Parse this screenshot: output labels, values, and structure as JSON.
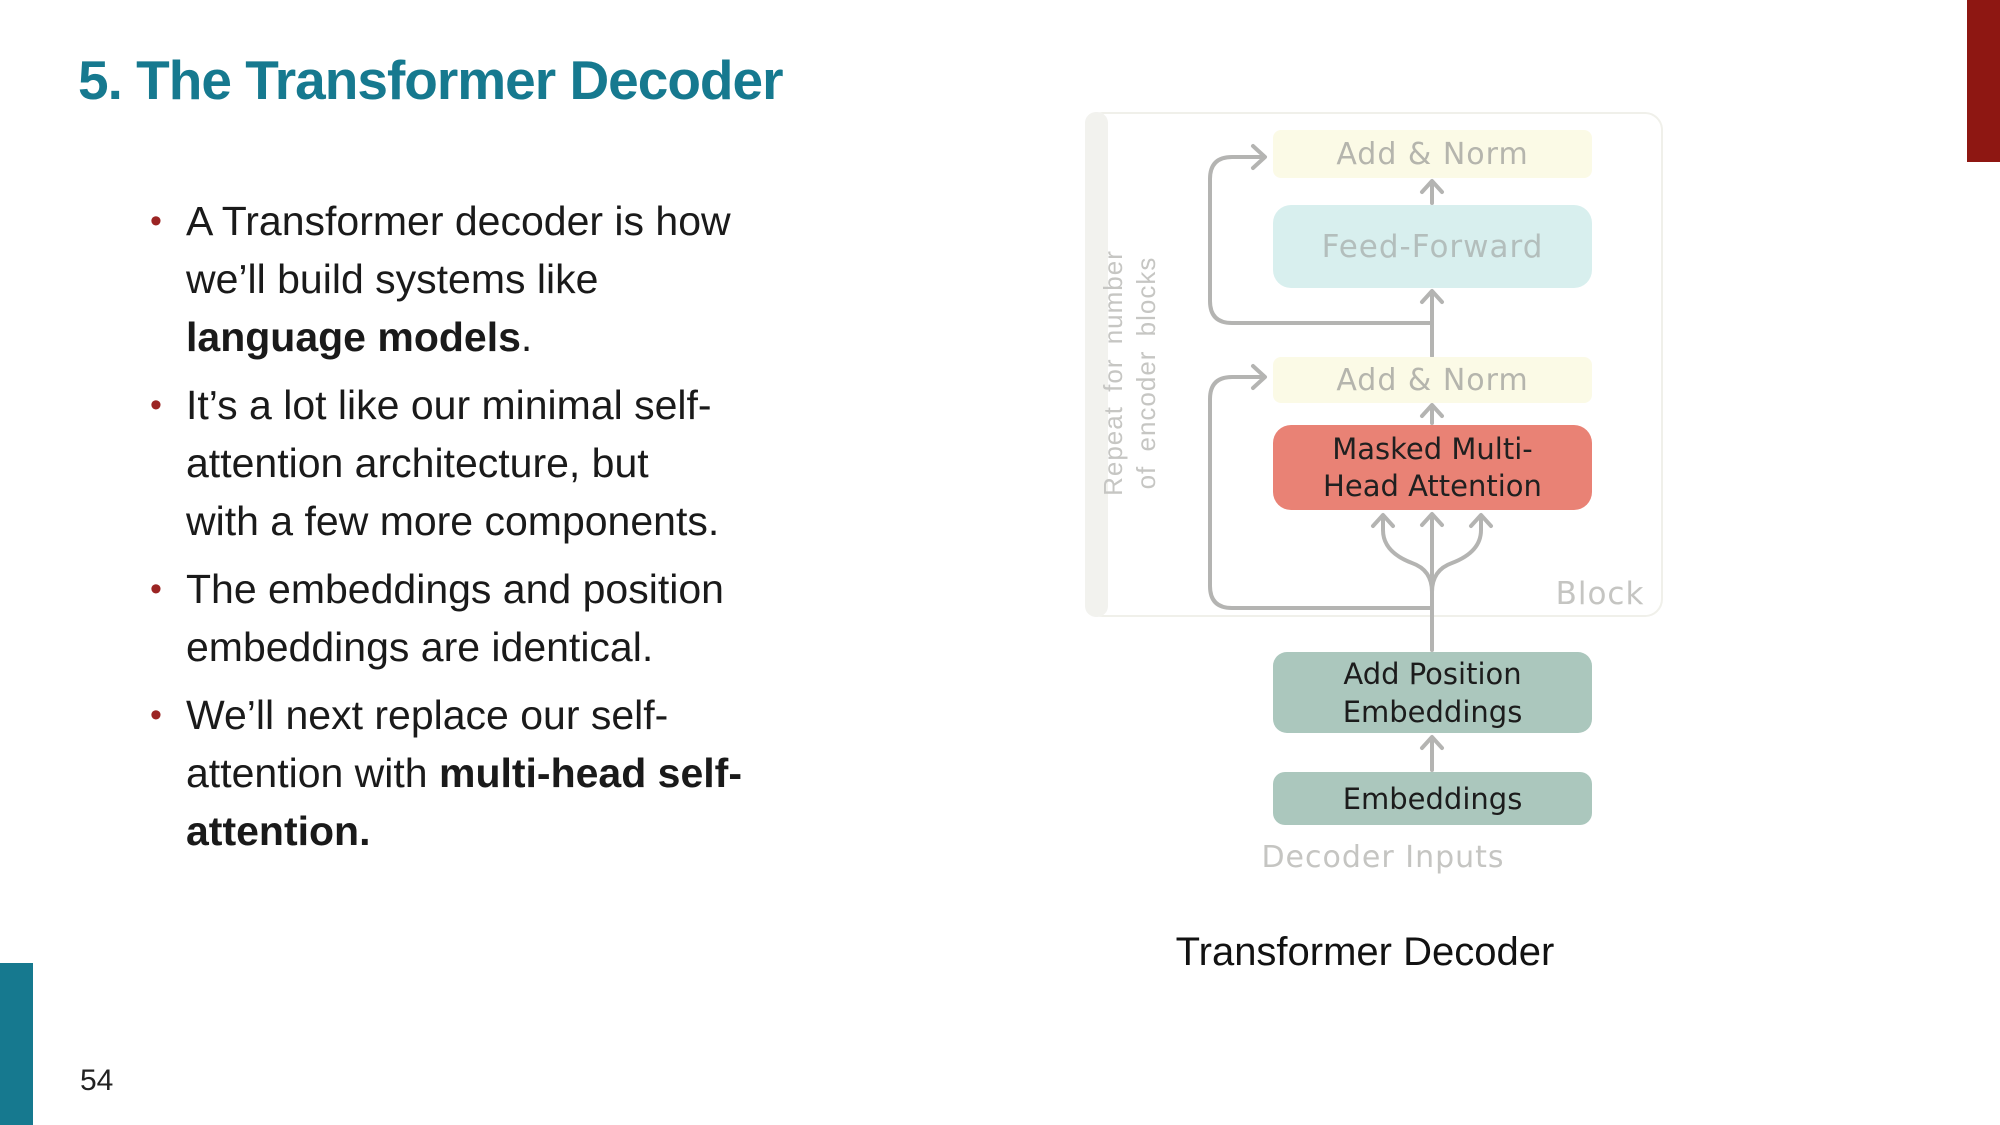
{
  "slide": {
    "title": "5. The Transformer Decoder",
    "page_number": "54"
  },
  "colors": {
    "teal": "#16798f",
    "bar-red": "#8e1712",
    "bullet-red": "#9b2423",
    "salmon": "#e98275",
    "sage": "#abc7bd",
    "pale-yellow": "#fbfae6",
    "pale-cyan": "#d8efee",
    "line-gray": "#b4b4b2"
  },
  "bullets": {
    "marker": "•",
    "items": [
      {
        "l0": "A Transformer decoder is how",
        "l1": "we’ll build systems like",
        "l2_bold": "language models",
        "l2_end": "."
      },
      {
        "l0": "It’s a lot like our minimal self-",
        "l1": "attention architecture, but",
        "l2": "with a few more components."
      },
      {
        "l0": "The embeddings and position",
        "l1": "embeddings are identical."
      },
      {
        "l0": "We’ll next replace our self-",
        "l1_pre": "attention with ",
        "l1_bold": "multi-head self-",
        "l2_bold": "attention."
      }
    ]
  },
  "diagram": {
    "repeat_label_line1": "Repeat for number",
    "repeat_label_line2": "of encoder blocks",
    "add_norm_top": "Add & Norm",
    "feed_forward": "Feed-Forward",
    "add_norm_mid": "Add & Norm",
    "mha_line1": "Masked Multi-",
    "mha_line2": "Head Attention",
    "block_label": "Block",
    "add_pos_line1": "Add Position",
    "add_pos_line2": "Embeddings",
    "embeddings": "Embeddings",
    "decoder_inputs": "Decoder Inputs",
    "caption": "Transformer Decoder"
  }
}
